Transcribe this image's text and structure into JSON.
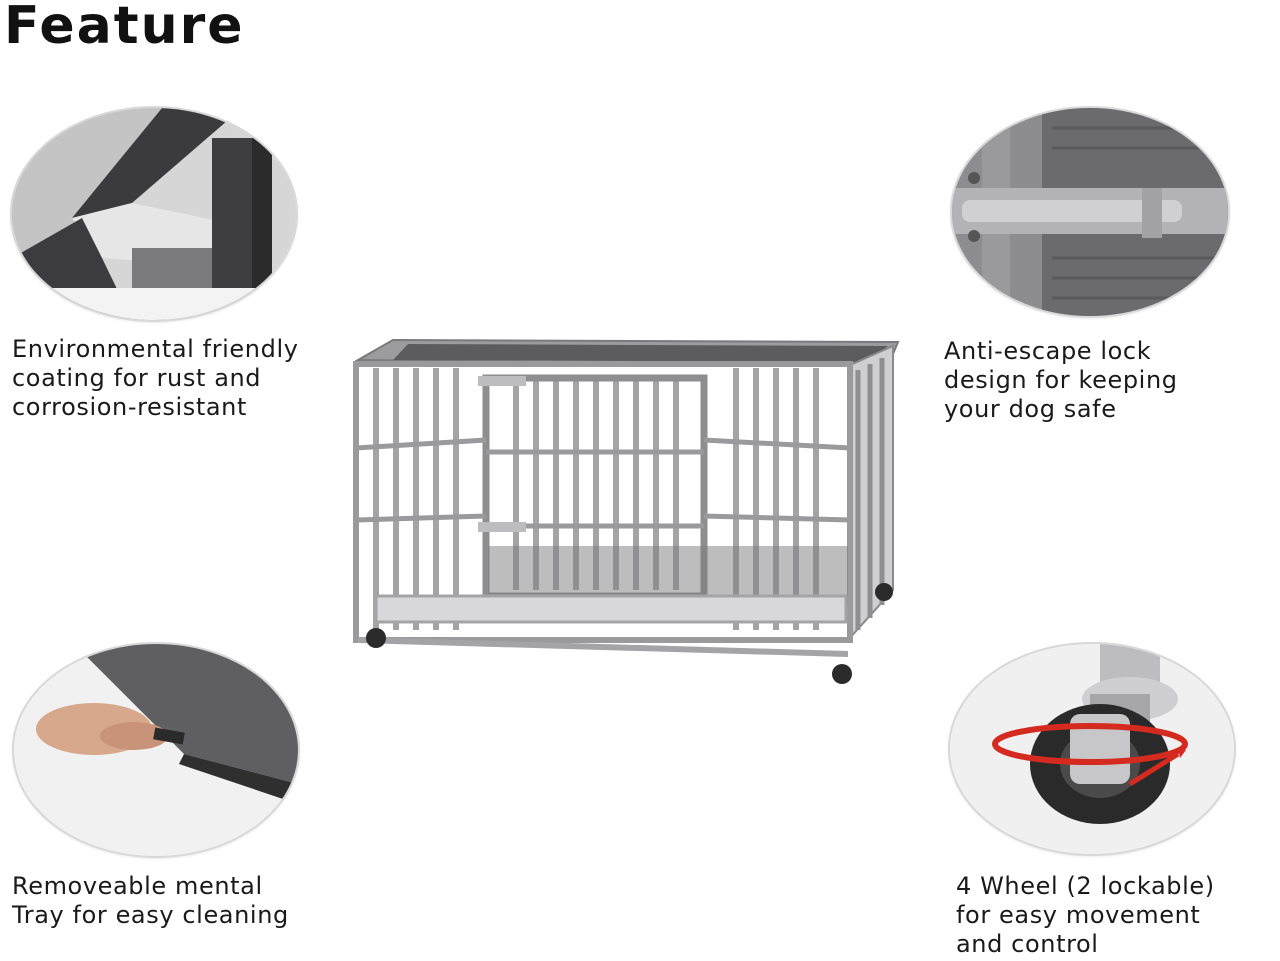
{
  "title": "Feature",
  "features": {
    "coating": {
      "lines": [
        "Environmental friendly",
        "coating for rust and",
        "corrosion-resistant"
      ]
    },
    "lock": {
      "lines": [
        "Anti-escape lock",
        "design for keeping",
        "your dog safe"
      ]
    },
    "tray": {
      "lines": [
        "Removeable mental",
        "Tray for easy cleaning"
      ]
    },
    "wheel": {
      "lines": [
        "4 Wheel (2 lockable)",
        "for easy movement",
        "and control"
      ]
    }
  },
  "colors": {
    "metal": "#a9a9ab",
    "metal_dark": "#6e6e70",
    "accent_red": "#d42a1f"
  }
}
